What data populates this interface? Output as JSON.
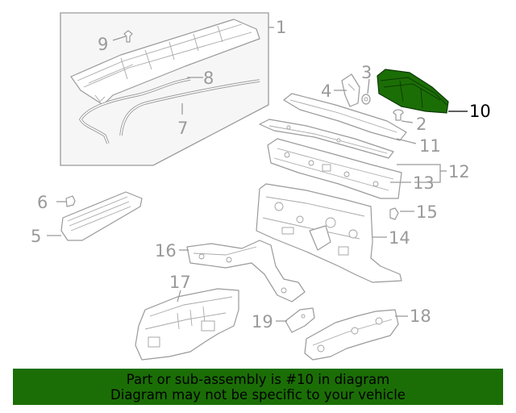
{
  "highlight_color": "#1b6e06",
  "callouts": {
    "c1": "1",
    "c2": "2",
    "c3": "3",
    "c4": "4",
    "c5": "5",
    "c6": "6",
    "c7": "7",
    "c8": "8",
    "c9": "9",
    "c10": "10",
    "c11": "11",
    "c12": "12",
    "c13": "13",
    "c14": "14",
    "c15": "15",
    "c16": "16",
    "c17": "17",
    "c18": "18",
    "c19": "19"
  },
  "highlighted_part": "10",
  "banner": {
    "line1": "Part or sub-assembly is #10 in diagram",
    "line2": "Diagram may not be specific to your vehicle"
  }
}
